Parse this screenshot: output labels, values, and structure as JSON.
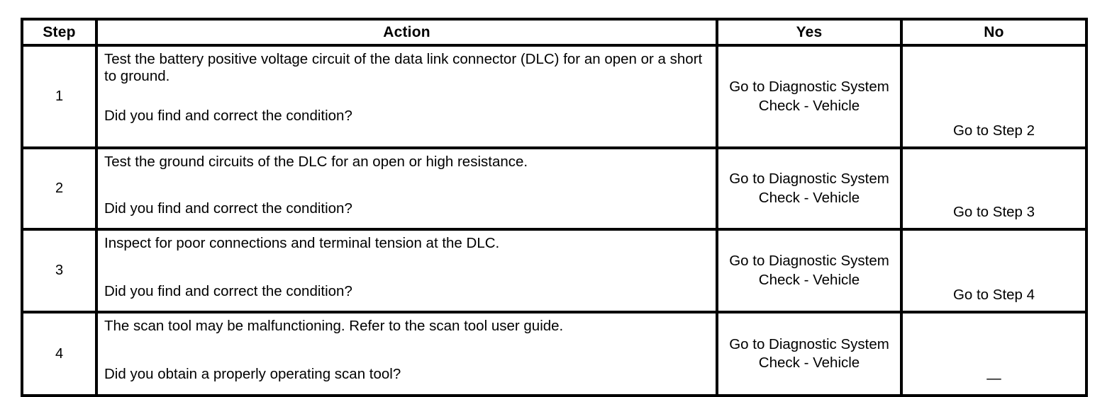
{
  "table": {
    "columns": [
      {
        "key": "step",
        "label": "Step"
      },
      {
        "key": "action",
        "label": "Action"
      },
      {
        "key": "yes",
        "label": "Yes"
      },
      {
        "key": "no",
        "label": "No"
      }
    ],
    "rows": [
      {
        "step": "1",
        "action_main": "Test the battery positive voltage circuit of the data link connector (DLC) for an open or a short to ground.",
        "action_question": "Did you find and correct the condition?",
        "yes": "Go to Diagnostic System Check - Vehicle",
        "no": "Go to Step 2"
      },
      {
        "step": "2",
        "action_main": "Test the ground circuits of the DLC for an open or high resistance.",
        "action_question": "Did you find and correct the condition?",
        "yes": "Go to Diagnostic System Check - Vehicle",
        "no": "Go to Step 3"
      },
      {
        "step": "3",
        "action_main": "Inspect for poor connections and terminal tension at the DLC.",
        "action_question": "Did you find and correct the condition?",
        "yes": "Go to Diagnostic System Check - Vehicle",
        "no": "Go to Step 4"
      },
      {
        "step": "4",
        "action_main": "The scan tool may be malfunctioning. Refer to the scan tool user guide.",
        "action_question": "Did you obtain a properly operating scan tool?",
        "yes": "Go to Diagnostic System Check - Vehicle",
        "no": "—"
      }
    ]
  },
  "colors": {
    "border": "#000000",
    "text": "#000000",
    "background": "#ffffff"
  }
}
